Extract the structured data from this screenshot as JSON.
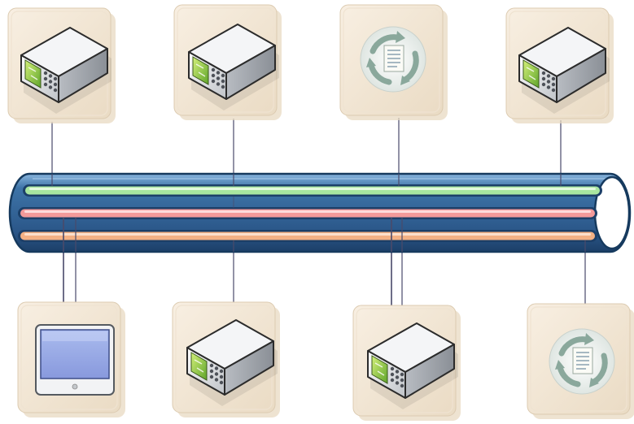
{
  "diagram": {
    "kind": "network-bus",
    "colors": {
      "pipe_fill": "#2f5e8e",
      "pipe_outline": "#163a5e",
      "pipe_highlight": "#6ea1cf",
      "card_fill": "#f3e7d6",
      "card_edge": "#d7c4a8",
      "connector": "#4a4a6a",
      "lanes": [
        "#c8f0c0",
        "#f7b6b6",
        "#f7c8a0"
      ]
    },
    "lanes": [
      {
        "id": "lane-green",
        "color": "#a9e6a0"
      },
      {
        "id": "lane-red",
        "color": "#f39a9a"
      },
      {
        "id": "lane-orange",
        "color": "#f4b184"
      }
    ],
    "nodes": [
      {
        "id": "n1",
        "icon": "server-icon",
        "row": "top",
        "lane": 0
      },
      {
        "id": "n2",
        "icon": "server-icon",
        "row": "top",
        "lane": 0
      },
      {
        "id": "n3",
        "icon": "document-sync-icon",
        "row": "top",
        "lane": 0
      },
      {
        "id": "n4",
        "icon": "server-icon",
        "row": "top",
        "lane": 0
      },
      {
        "id": "n5",
        "icon": "monitor-icon",
        "row": "bottom",
        "lane": 1
      },
      {
        "id": "n6",
        "icon": "server-icon",
        "row": "bottom",
        "lane": 2
      },
      {
        "id": "n7",
        "icon": "server-icon",
        "row": "bottom",
        "lane": 1
      },
      {
        "id": "n8",
        "icon": "document-sync-icon",
        "row": "bottom",
        "lane": 2
      }
    ]
  }
}
